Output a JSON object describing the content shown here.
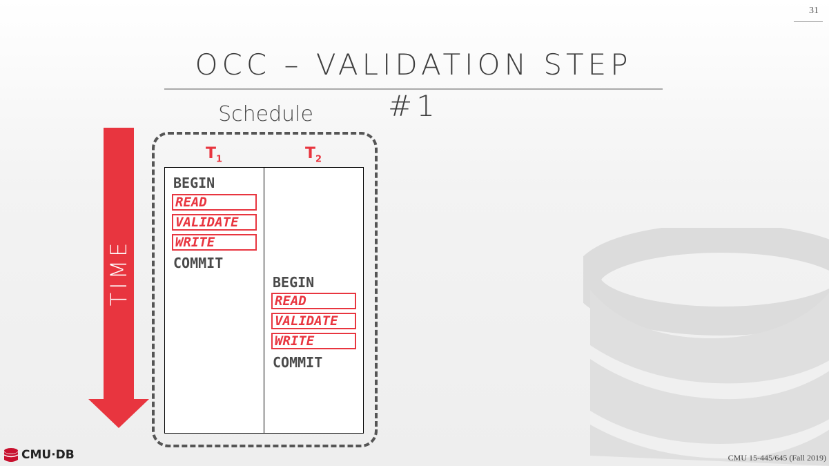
{
  "slide": {
    "number": "31",
    "title": "OCC – VALIDATION STEP #1",
    "schedule_label": "Schedule",
    "time_label": "TIME",
    "footer": "CMU 15-445/645 (Fall 2019)",
    "logo_text": "CMU·DB"
  },
  "transactions": [
    {
      "name": "T",
      "subscript": "1",
      "begin": "BEGIN",
      "ops": [
        "READ",
        "VALIDATE",
        "WRITE"
      ],
      "commit": "COMMIT"
    },
    {
      "name": "T",
      "subscript": "2",
      "begin": "BEGIN",
      "ops": [
        "READ",
        "VALIDATE",
        "WRITE"
      ],
      "commit": "COMMIT"
    }
  ],
  "colors": {
    "accent_red": "#e8353f",
    "text_dark": "#4a4a4a",
    "watermark": "#dedede"
  },
  "icons": {
    "watermark": "database-icon",
    "logo": "database-logo-icon",
    "time": "down-arrow-icon"
  }
}
